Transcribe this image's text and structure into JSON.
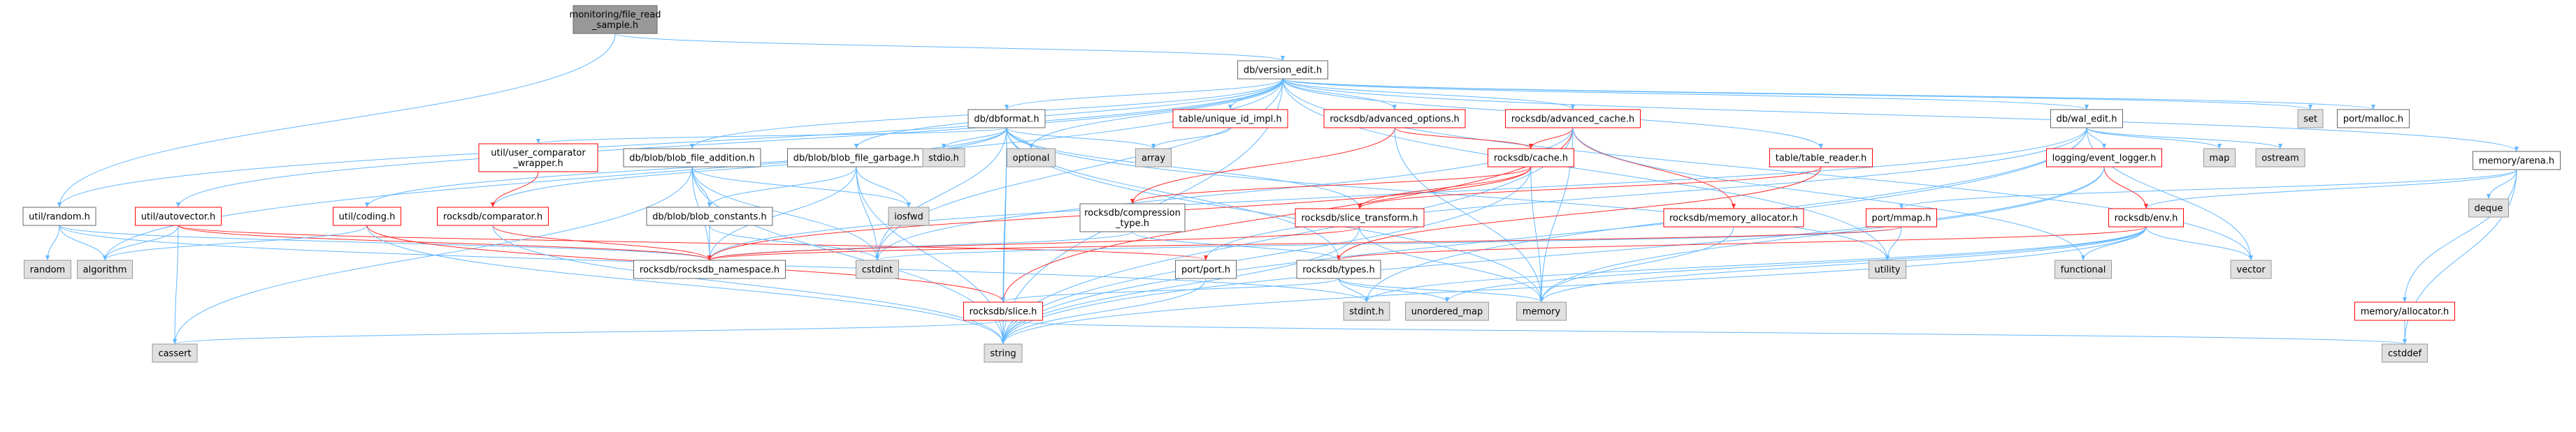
{
  "graph": {
    "colors": {
      "edge_blue": "#63b8ff",
      "edge_red": "#ff3030",
      "root_fill": "#999999",
      "normal_fill": "#ffffff",
      "system_fill": "#e0e0e0",
      "border_dark": "#666666",
      "border_red": "#ff0000",
      "border_system": "#999999"
    },
    "nodes": [
      {
        "id": "root",
        "kind": "root",
        "lines": [
          "monitoring/file_read",
          "_sample.h"
        ]
      },
      {
        "id": "version_edit",
        "kind": "normal",
        "lines": [
          "db/version_edit.h"
        ]
      },
      {
        "id": "dbformat",
        "kind": "normal",
        "lines": [
          "db/dbformat.h"
        ]
      },
      {
        "id": "unique_id_impl",
        "kind": "red",
        "lines": [
          "table/unique_id_impl.h"
        ]
      },
      {
        "id": "advanced_options",
        "kind": "red",
        "lines": [
          "rocksdb/advanced_options.h"
        ]
      },
      {
        "id": "advanced_cache",
        "kind": "red",
        "lines": [
          "rocksdb/advanced_cache.h"
        ]
      },
      {
        "id": "wal_edit",
        "kind": "normal",
        "lines": [
          "db/wal_edit.h"
        ]
      },
      {
        "id": "set",
        "kind": "system",
        "lines": [
          "set"
        ]
      },
      {
        "id": "port_malloc",
        "kind": "normal",
        "lines": [
          "port/malloc.h"
        ]
      },
      {
        "id": "memory_arena",
        "kind": "normal",
        "lines": [
          "memory/arena.h"
        ]
      },
      {
        "id": "util_random",
        "kind": "normal",
        "lines": [
          "util/random.h"
        ]
      },
      {
        "id": "util_autovector",
        "kind": "red",
        "lines": [
          "util/autovector.h"
        ]
      },
      {
        "id": "user_comparator_wrapper",
        "kind": "red",
        "lines": [
          "util/user_comparator",
          "_wrapper.h"
        ]
      },
      {
        "id": "blob_file_addition",
        "kind": "normal",
        "lines": [
          "db/blob/blob_file_addition.h"
        ]
      },
      {
        "id": "blob_file_garbage",
        "kind": "normal",
        "lines": [
          "db/blob/blob_file_garbage.h"
        ]
      },
      {
        "id": "stdio",
        "kind": "system",
        "lines": [
          "stdio.h"
        ]
      },
      {
        "id": "optional",
        "kind": "system",
        "lines": [
          "optional"
        ]
      },
      {
        "id": "array",
        "kind": "system",
        "lines": [
          "array"
        ]
      },
      {
        "id": "rocksdb_cache",
        "kind": "red",
        "lines": [
          "rocksdb/cache.h"
        ]
      },
      {
        "id": "table_reader",
        "kind": "red",
        "lines": [
          "table/table_reader.h"
        ]
      },
      {
        "id": "map",
        "kind": "system",
        "lines": [
          "map"
        ]
      },
      {
        "id": "ostream",
        "kind": "system",
        "lines": [
          "ostream"
        ]
      },
      {
        "id": "event_logger",
        "kind": "red",
        "lines": [
          "logging/event_logger.h"
        ]
      },
      {
        "id": "deque",
        "kind": "system",
        "lines": [
          "deque"
        ]
      },
      {
        "id": "util_coding",
        "kind": "red",
        "lines": [
          "util/coding.h"
        ]
      },
      {
        "id": "rocksdb_comparator",
        "kind": "red",
        "lines": [
          "rocksdb/comparator.h"
        ]
      },
      {
        "id": "blob_constants",
        "kind": "normal",
        "lines": [
          "db/blob/blob_constants.h"
        ]
      },
      {
        "id": "iosfwd",
        "kind": "system",
        "lines": [
          "iosfwd"
        ]
      },
      {
        "id": "compression_type",
        "kind": "normal",
        "lines": [
          "rocksdb/compression",
          "_type.h"
        ]
      },
      {
        "id": "slice_transform",
        "kind": "red",
        "lines": [
          "rocksdb/slice_transform.h"
        ]
      },
      {
        "id": "memory_allocator",
        "kind": "red",
        "lines": [
          "rocksdb/memory_allocator.h"
        ]
      },
      {
        "id": "port_mmap",
        "kind": "red",
        "lines": [
          "port/mmap.h"
        ]
      },
      {
        "id": "rocksdb_env",
        "kind": "red",
        "lines": [
          "rocksdb/env.h"
        ]
      },
      {
        "id": "random",
        "kind": "system",
        "lines": [
          "random"
        ]
      },
      {
        "id": "algorithm",
        "kind": "system",
        "lines": [
          "algorithm"
        ]
      },
      {
        "id": "rocksdb_namespace",
        "kind": "normal",
        "lines": [
          "rocksdb/rocksdb_namespace.h"
        ]
      },
      {
        "id": "cstdint",
        "kind": "system",
        "lines": [
          "cstdint"
        ]
      },
      {
        "id": "port_port",
        "kind": "normal",
        "lines": [
          "port/port.h"
        ]
      },
      {
        "id": "rocksdb_types",
        "kind": "normal",
        "lines": [
          "rocksdb/types.h"
        ]
      },
      {
        "id": "utility",
        "kind": "system",
        "lines": [
          "utility"
        ]
      },
      {
        "id": "functional",
        "kind": "system",
        "lines": [
          "functional"
        ]
      },
      {
        "id": "vector",
        "kind": "system",
        "lines": [
          "vector"
        ]
      },
      {
        "id": "stdint",
        "kind": "system",
        "lines": [
          "stdint.h"
        ]
      },
      {
        "id": "unordered_map",
        "kind": "system",
        "lines": [
          "unordered_map"
        ]
      },
      {
        "id": "memory",
        "kind": "system",
        "lines": [
          "memory"
        ]
      },
      {
        "id": "rocksdb_slice",
        "kind": "red",
        "lines": [
          "rocksdb/slice.h"
        ]
      },
      {
        "id": "memory_allocator_h",
        "kind": "red",
        "lines": [
          "memory/allocator.h"
        ]
      },
      {
        "id": "cassert",
        "kind": "system",
        "lines": [
          "cassert"
        ]
      },
      {
        "id": "string",
        "kind": "system",
        "lines": [
          "string"
        ]
      },
      {
        "id": "cstddef",
        "kind": "system",
        "lines": [
          "cstddef"
        ]
      }
    ],
    "edges": [
      [
        "root",
        "version_edit"
      ],
      [
        "root",
        "util_random"
      ],
      [
        "version_edit",
        "dbformat"
      ],
      [
        "version_edit",
        "unique_id_impl"
      ],
      [
        "version_edit",
        "advanced_options"
      ],
      [
        "version_edit",
        "advanced_cache"
      ],
      [
        "version_edit",
        "wal_edit"
      ],
      [
        "version_edit",
        "set"
      ],
      [
        "version_edit",
        "port_malloc"
      ],
      [
        "version_edit",
        "memory_arena"
      ],
      [
        "version_edit",
        "util_random"
      ],
      [
        "version_edit",
        "util_autovector"
      ],
      [
        "version_edit",
        "blob_file_addition"
      ],
      [
        "version_edit",
        "blob_file_garbage"
      ],
      [
        "version_edit",
        "optional"
      ],
      [
        "version_edit",
        "table_reader"
      ],
      [
        "version_edit",
        "algorithm"
      ],
      [
        "version_edit",
        "cstdint"
      ],
      [
        "version_edit",
        "string"
      ],
      [
        "version_edit",
        "utility"
      ],
      [
        "version_edit",
        "vector"
      ],
      [
        "dbformat",
        "user_comparator_wrapper"
      ],
      [
        "dbformat",
        "stdio"
      ],
      [
        "dbformat",
        "optional"
      ],
      [
        "dbformat",
        "array"
      ],
      [
        "dbformat",
        "util_coding"
      ],
      [
        "dbformat",
        "rocksdb_comparator"
      ],
      [
        "dbformat",
        "rocksdb_slice"
      ],
      [
        "dbformat",
        "rocksdb_types"
      ],
      [
        "dbformat",
        "slice_transform"
      ],
      [
        "dbformat",
        "string"
      ],
      [
        "dbformat",
        "utility"
      ],
      [
        "dbformat",
        "memory"
      ],
      [
        "dbformat",
        "cstdint"
      ],
      [
        "unique_id_impl",
        "array"
      ],
      [
        "advanced_options",
        "rocksdb_cache"
      ],
      [
        "advanced_options",
        "compression_type"
      ],
      [
        "advanced_options",
        "memory"
      ],
      [
        "advanced_cache",
        "rocksdb_cache"
      ],
      [
        "advanced_cache",
        "memory_allocator"
      ],
      [
        "advanced_cache",
        "rocksdb_slice"
      ],
      [
        "advanced_cache",
        "cstdint"
      ],
      [
        "advanced_cache",
        "functional"
      ],
      [
        "advanced_cache",
        "memory"
      ],
      [
        "advanced_cache",
        "string"
      ],
      [
        "wal_edit",
        "event_logger"
      ],
      [
        "wal_edit",
        "map"
      ],
      [
        "wal_edit",
        "ostream"
      ],
      [
        "wal_edit",
        "string"
      ],
      [
        "wal_edit",
        "vector"
      ],
      [
        "wal_edit",
        "stdint"
      ],
      [
        "wal_edit",
        "rocksdb_namespace"
      ],
      [
        "wal_edit",
        "port_port"
      ],
      [
        "memory_arena",
        "port_mmap"
      ],
      [
        "memory_arena",
        "rocksdb_env"
      ],
      [
        "memory_arena",
        "deque"
      ],
      [
        "memory_arena",
        "memory_allocator_h"
      ],
      [
        "memory_arena",
        "cstddef"
      ],
      [
        "util_random",
        "random"
      ],
      [
        "util_random",
        "algorithm"
      ],
      [
        "util_random",
        "stdint"
      ],
      [
        "util_random",
        "rocksdb_namespace"
      ],
      [
        "util_autovector",
        "algorithm"
      ],
      [
        "util_autovector",
        "cassert"
      ],
      [
        "util_autovector",
        "port_port"
      ],
      [
        "util_autovector",
        "rocksdb_namespace"
      ],
      [
        "user_comparator_wrapper",
        "rocksdb_comparator"
      ],
      [
        "blob_file_addition",
        "blob_constants"
      ],
      [
        "blob_file_addition",
        "iosfwd"
      ],
      [
        "blob_file_addition",
        "cassert"
      ],
      [
        "blob_file_addition",
        "cstdint"
      ],
      [
        "blob_file_addition",
        "rocksdb_namespace"
      ],
      [
        "blob_file_addition",
        "string"
      ],
      [
        "blob_file_garbage",
        "blob_constants"
      ],
      [
        "blob_file_garbage",
        "iosfwd"
      ],
      [
        "blob_file_garbage",
        "cstdint"
      ],
      [
        "blob_file_garbage",
        "rocksdb_namespace"
      ],
      [
        "blob_file_garbage",
        "string"
      ],
      [
        "rocksdb_cache",
        "compression_type"
      ],
      [
        "rocksdb_cache",
        "slice_transform"
      ],
      [
        "rocksdb_cache",
        "memory"
      ],
      [
        "rocksdb_cache",
        "string"
      ],
      [
        "rocksdb_cache",
        "rocksdb_namespace"
      ],
      [
        "table_reader",
        "slice_transform"
      ],
      [
        "table_reader",
        "rocksdb_types"
      ],
      [
        "event_logger",
        "rocksdb_env"
      ],
      [
        "event_logger",
        "memory"
      ],
      [
        "event_logger",
        "string"
      ],
      [
        "util_coding",
        "algorithm"
      ],
      [
        "util_coding",
        "string"
      ],
      [
        "util_coding",
        "rocksdb_slice"
      ],
      [
        "rocksdb_comparator",
        "rocksdb_namespace"
      ],
      [
        "rocksdb_comparator",
        "string"
      ],
      [
        "blob_constants",
        "cstdint"
      ],
      [
        "blob_constants",
        "rocksdb_namespace"
      ],
      [
        "compression_type",
        "rocksdb_namespace"
      ],
      [
        "compression_type",
        "rocksdb_types"
      ],
      [
        "slice_transform",
        "memory"
      ],
      [
        "slice_transform",
        "string"
      ],
      [
        "slice_transform",
        "rocksdb_namespace"
      ],
      [
        "memory_allocator",
        "memory"
      ],
      [
        "port_mmap",
        "cstdint"
      ],
      [
        "port_mmap",
        "utility"
      ],
      [
        "port_mmap",
        "rocksdb_namespace"
      ],
      [
        "rocksdb_env",
        "functional"
      ],
      [
        "rocksdb_env",
        "vector"
      ],
      [
        "rocksdb_env",
        "memory"
      ],
      [
        "rocksdb_env",
        "stdint"
      ],
      [
        "rocksdb_env",
        "string"
      ],
      [
        "rocksdb_env",
        "unordered_map"
      ],
      [
        "rocksdb_env",
        "rocksdb_types"
      ],
      [
        "port_port",
        "string"
      ],
      [
        "rocksdb_types",
        "stdint"
      ],
      [
        "rocksdb_types",
        "unordered_map"
      ],
      [
        "rocksdb_types",
        "memory"
      ],
      [
        "rocksdb_types",
        "rocksdb_slice"
      ],
      [
        "rocksdb_slice",
        "cassert"
      ],
      [
        "rocksdb_slice",
        "string"
      ],
      [
        "rocksdb_slice",
        "cstddef"
      ],
      [
        "memory_allocator_h",
        "cstddef"
      ]
    ]
  }
}
